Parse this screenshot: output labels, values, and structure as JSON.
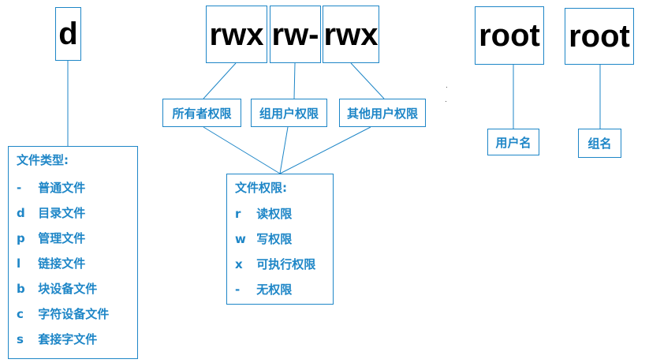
{
  "fields": {
    "type_char": "d",
    "owner_perm": "rwx",
    "group_perm": "rw-",
    "other_perm": "rwx",
    "owner_name": "root",
    "group_name": "root"
  },
  "labels": {
    "owner_perm": "所有者权限",
    "group_perm": "组用户权限",
    "other_perm": "其他用户权限",
    "owner_name": "用户名",
    "group_name": "组名"
  },
  "file_types": {
    "title": "文件类型:",
    "items": [
      {
        "code": "-",
        "label": "普通文件"
      },
      {
        "code": "d",
        "label": "目录文件"
      },
      {
        "code": "p",
        "label": "管理文件"
      },
      {
        "code": "l",
        "label": "链接文件"
      },
      {
        "code": "b",
        "label": "块设备文件"
      },
      {
        "code": "c",
        "label": "字符设备文件"
      },
      {
        "code": "s",
        "label": "套接字文件"
      }
    ]
  },
  "permissions": {
    "title": "文件权限:",
    "items": [
      {
        "code": "r",
        "label": "读权限"
      },
      {
        "code": "w",
        "label": "写权限"
      },
      {
        "code": "x",
        "label": "可执行权限"
      },
      {
        "code": "-",
        "label": "无权限"
      }
    ]
  },
  "colors": {
    "accent": "#1e86c7",
    "connector": "#1e86c7",
    "big_text": "#000000"
  }
}
